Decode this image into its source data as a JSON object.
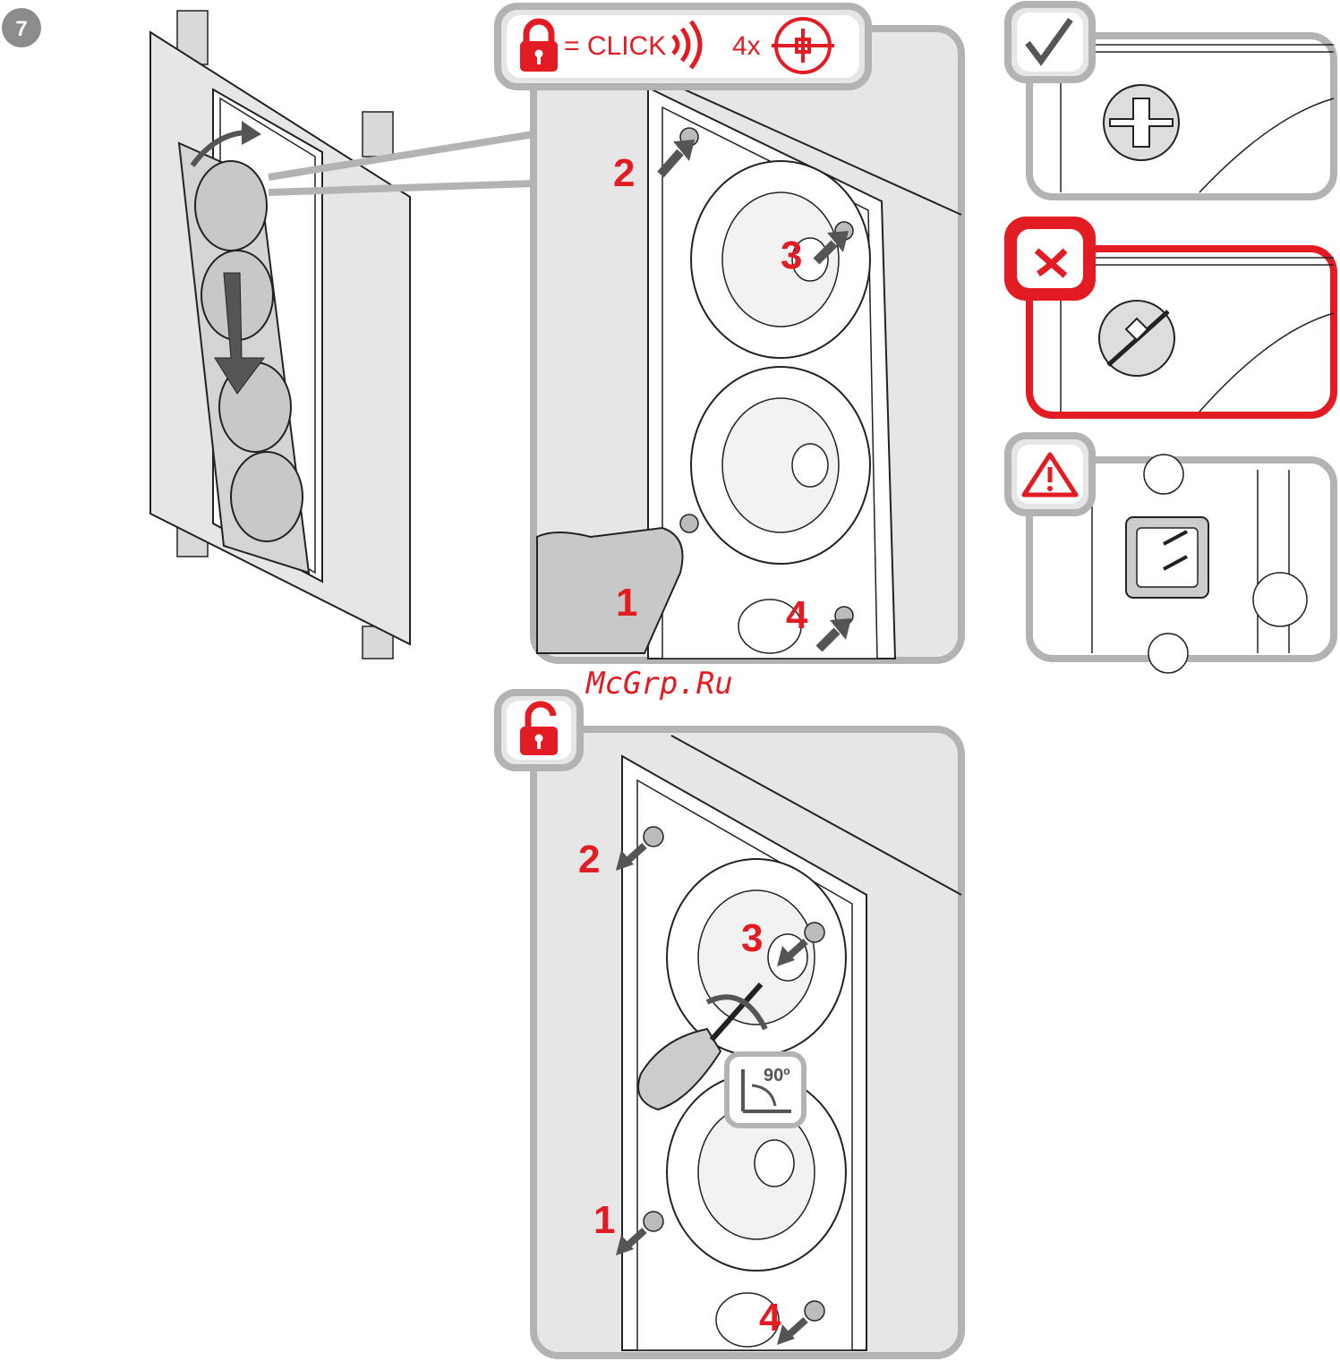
{
  "step_badge": "7",
  "lock_panel": {
    "click_label": "= CLICK",
    "screw_count": "4x",
    "numbers": [
      "1",
      "2",
      "3",
      "4"
    ]
  },
  "unlock_panel": {
    "numbers": [
      "1",
      "2",
      "3",
      "4"
    ],
    "angle_label": "90º"
  },
  "watermark": "McGrp.Ru",
  "icons": {
    "correct": "checkmark-icon",
    "wrong": "cross-icon",
    "warning": "warning-triangle-icon",
    "lock": "lock-closed-icon",
    "unlock": "lock-open-icon"
  },
  "colors": {
    "accent": "#e31b23",
    "frame": "#b3b3b3",
    "fill": "#e6e6e6"
  }
}
